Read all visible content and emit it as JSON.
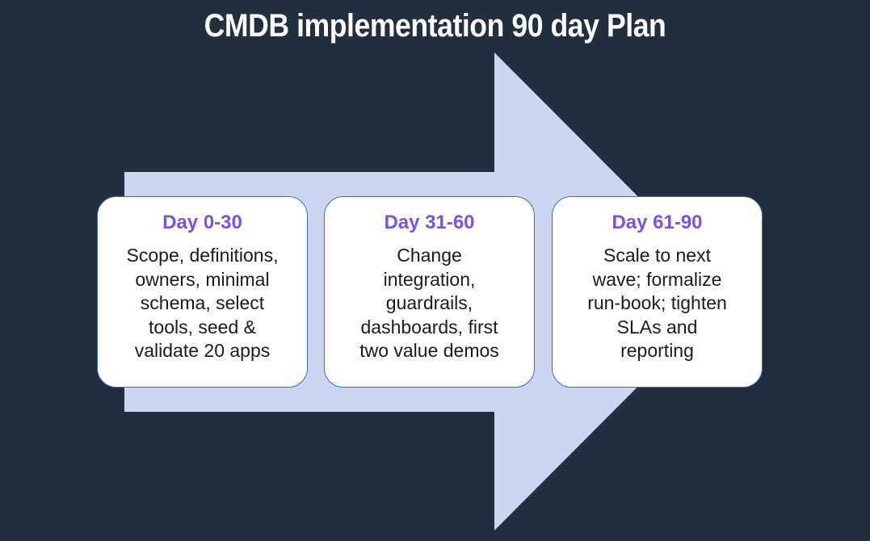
{
  "title": "CMDB implementation 90 day Plan",
  "colors": {
    "background": "#232e3e",
    "title_text": "#ffffff",
    "arrow": "#cdd5f0",
    "card_bg": "#ffffff",
    "card_border": "#3470c2",
    "heading": "#7a52e8",
    "body_text": "#1b1b1b"
  },
  "cards": [
    {
      "heading": "Day 0-30",
      "body": "Scope, definitions,\nowners, minimal\nschema, select\ntools, seed &\nvalidate 20 apps"
    },
    {
      "heading": "Day 31-60",
      "body": "Change\nintegration,\nguardrails,\ndashboards, first\ntwo value demos"
    },
    {
      "heading": "Day 61-90",
      "body": "Scale to next\nwave; formalize\nrun-book; tighten\nSLAs and\nreporting"
    }
  ]
}
